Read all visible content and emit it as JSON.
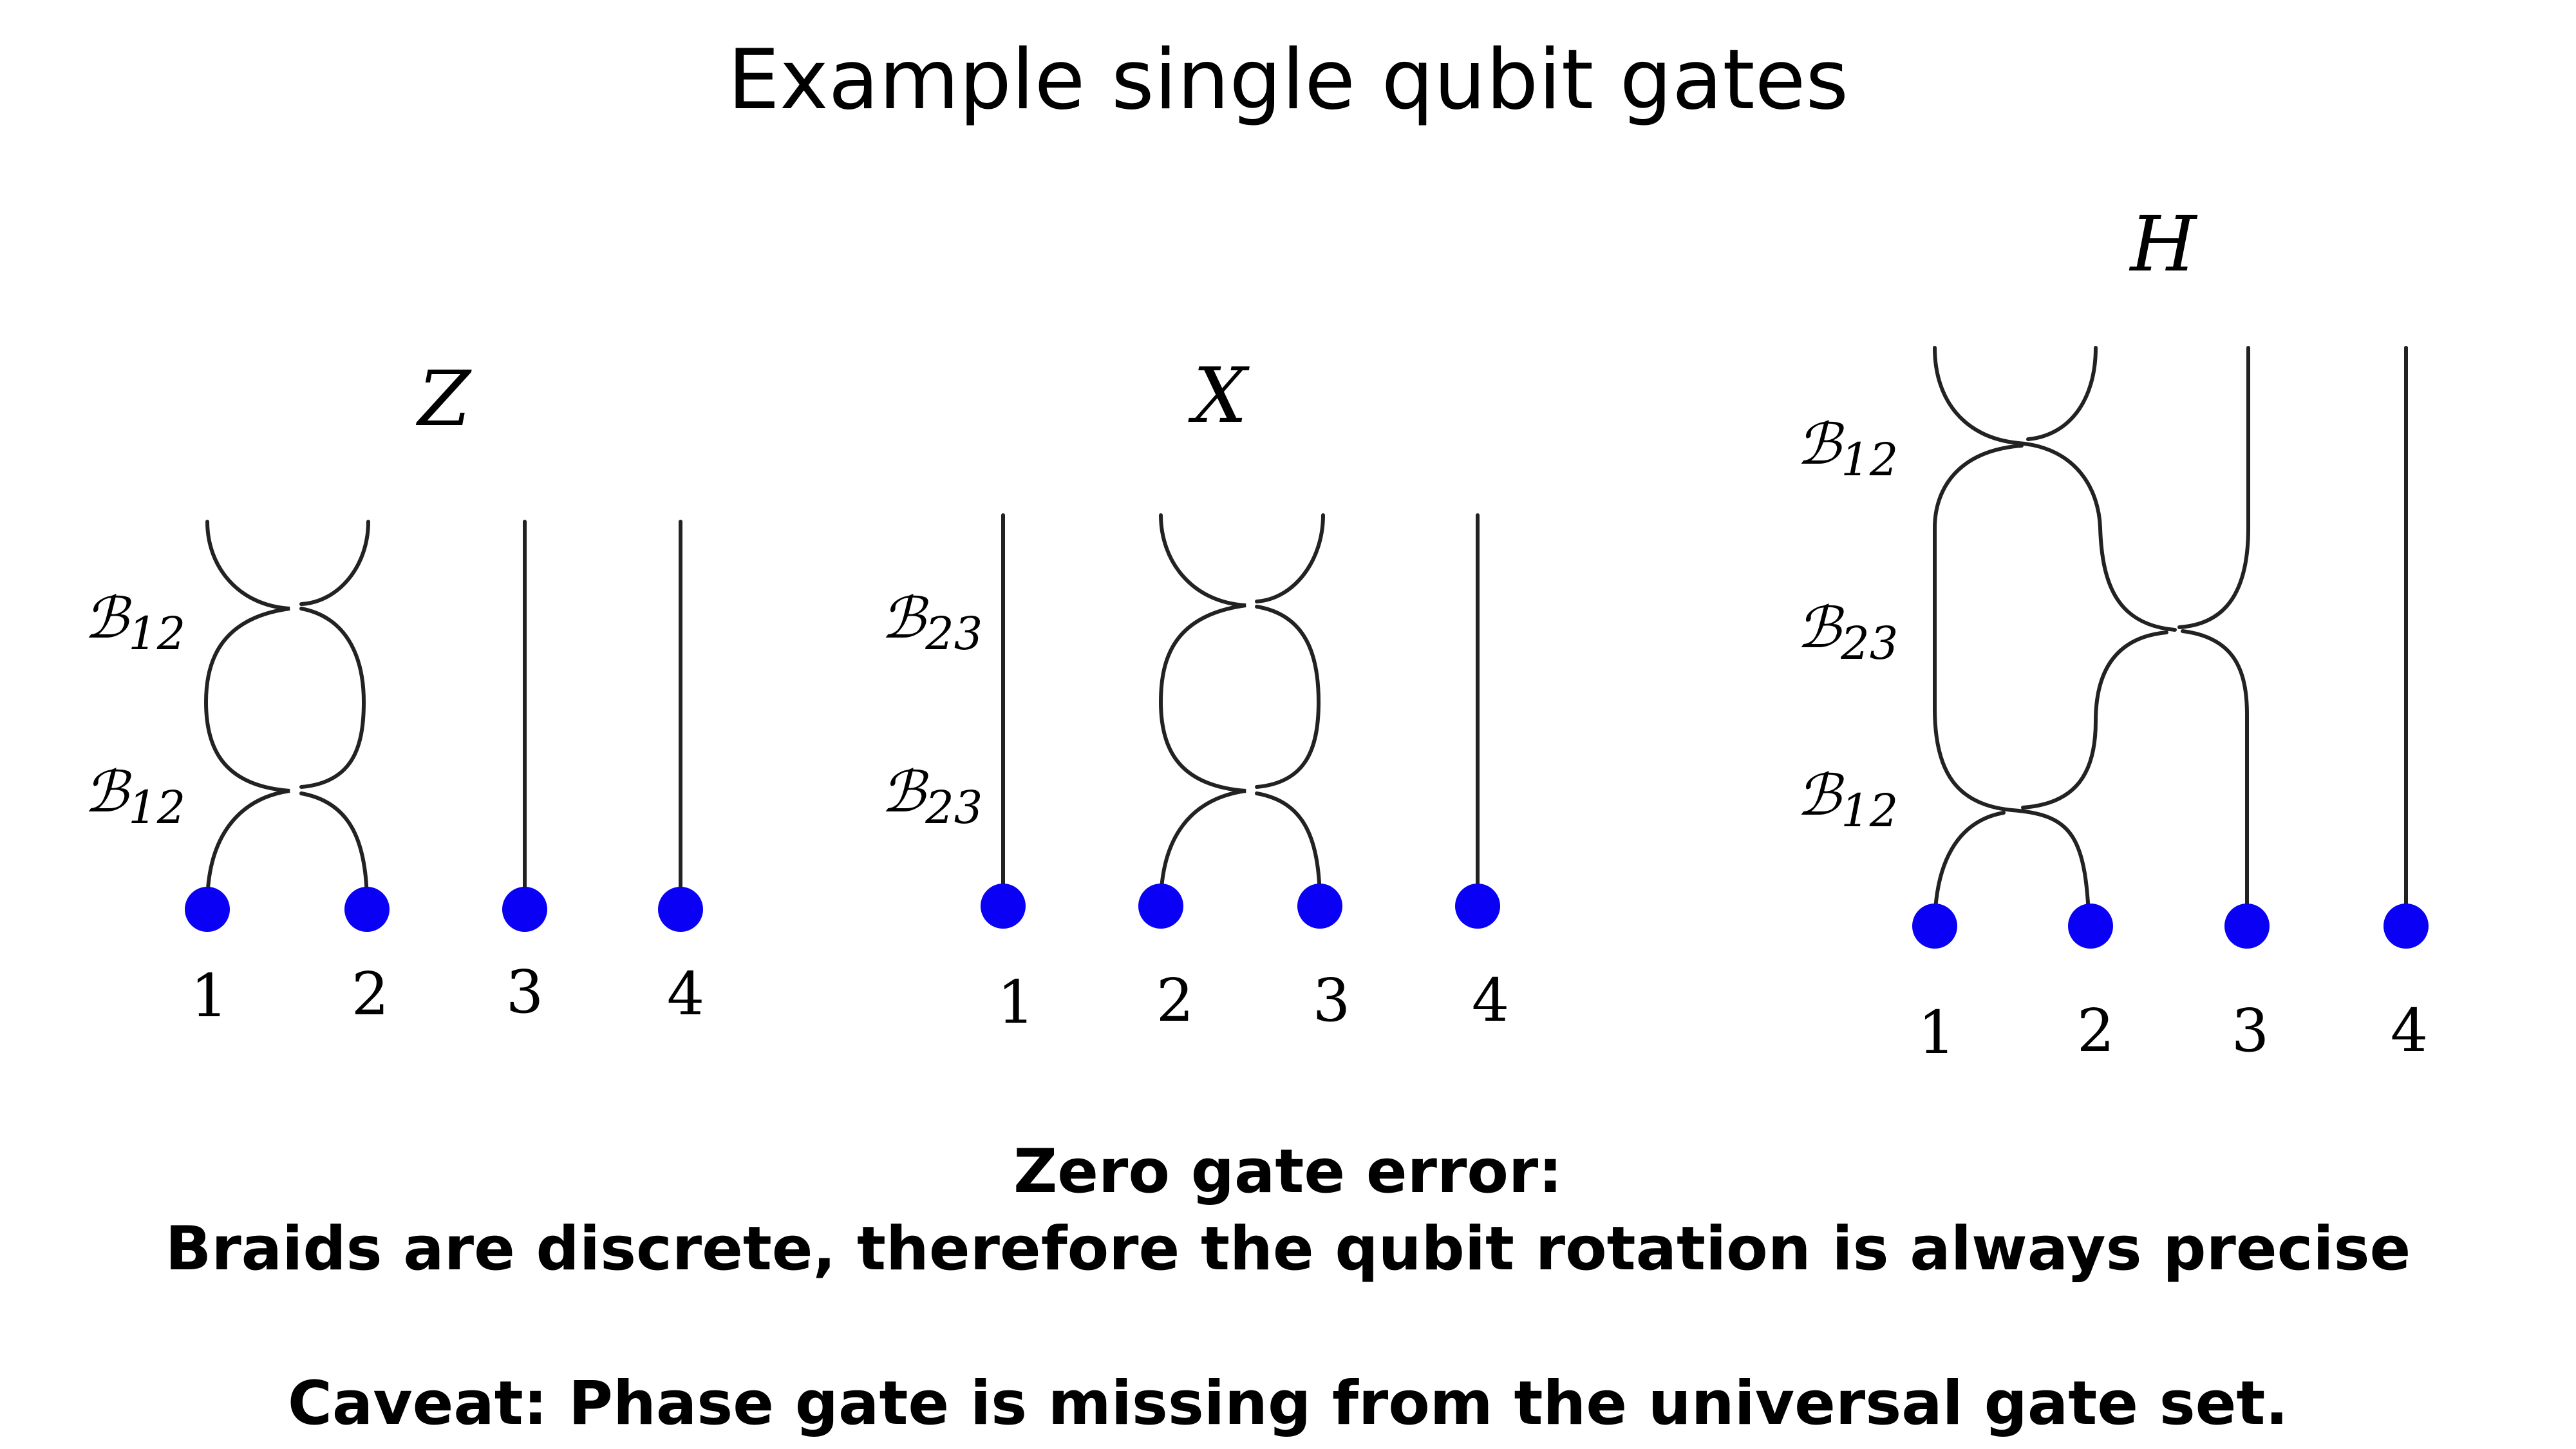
{
  "title": "Example single qubit gates",
  "gates": {
    "z": {
      "name": "Z",
      "braids": [
        {
          "symbol": "B",
          "sub": "12"
        },
        {
          "symbol": "B",
          "sub": "12"
        }
      ],
      "anyons": [
        "1",
        "2",
        "3",
        "4"
      ]
    },
    "x": {
      "name": "X",
      "braids": [
        {
          "symbol": "B",
          "sub": "23"
        },
        {
          "symbol": "B",
          "sub": "23"
        }
      ],
      "anyons": [
        "1",
        "2",
        "3",
        "4"
      ]
    },
    "h": {
      "name": "H",
      "braids": [
        {
          "symbol": "B",
          "sub": "12"
        },
        {
          "symbol": "B",
          "sub": "23"
        },
        {
          "symbol": "B",
          "sub": "12"
        }
      ],
      "anyons": [
        "1",
        "2",
        "3",
        "4"
      ]
    }
  },
  "footer": {
    "heading": "Zero gate error:",
    "line1": "Braids are discrete, therefore the qubit rotation is always precise",
    "caveat": "Caveat: Phase gate is missing from the universal gate set."
  },
  "colors": {
    "anyon": "#0a00f5",
    "strand": "#222222"
  }
}
